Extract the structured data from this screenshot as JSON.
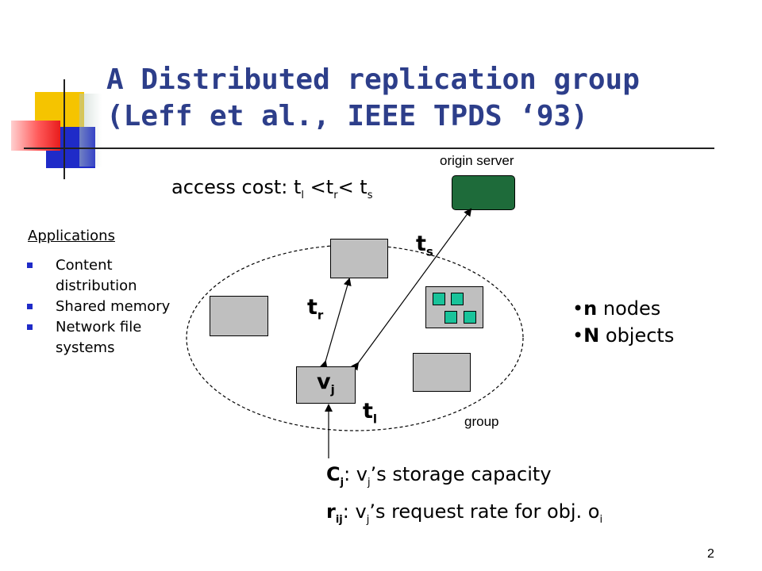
{
  "slide": {
    "title_line1": "A Distributed replication group",
    "title_line2": "(Leff et al., IEEE TPDS ‘93)",
    "origin_server_label": "origin server",
    "group_label": "group",
    "access_cost": {
      "prefix": "access cost: t",
      "sub1": "l",
      "mid1": " <t",
      "sub2": "r",
      "mid2": "< t",
      "sub3": "s"
    },
    "applications": {
      "heading": "Applications",
      "items": [
        "Content distribution",
        "Shared memory",
        "Network file systems"
      ]
    },
    "node_labels": {
      "vj_main": "v",
      "vj_sub": "j",
      "ts_main": "t",
      "ts_sub": "s",
      "tr_main": "t",
      "tr_sub": "r",
      "tl_main": "t",
      "tl_sub": "l"
    },
    "info": {
      "line1_bold": "n",
      "line1_rest": " nodes",
      "line2_bold": "N",
      "line2_rest": " objects"
    },
    "capacity": {
      "c_main": "C",
      "c_sub": "j",
      "c_text_a": ": v",
      "c_sub2": "j",
      "c_text_b": "’s storage capacity",
      "r_main": "r",
      "r_sub": "ij",
      "r_text_a": ": v",
      "r_sub2": "j",
      "r_text_b": "’s request rate for obj. o",
      "r_sub3": "i"
    },
    "page_number": "2",
    "colors": {
      "title": "#2d3e8a",
      "origin_server": "#1e6b3a",
      "node_gray": "#bfbfbf",
      "object_teal": "#19c39a",
      "bullet": "#1f2bc8"
    }
  }
}
